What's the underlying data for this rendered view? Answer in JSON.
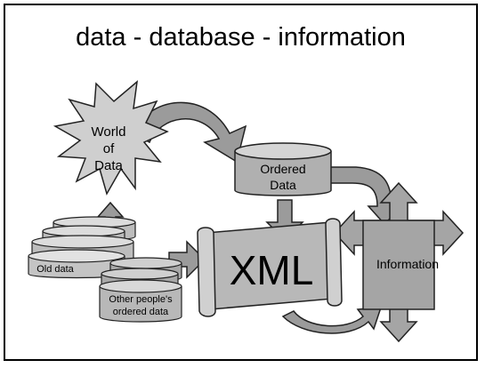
{
  "title": "data - database - information",
  "labels": {
    "world_line1": "World",
    "world_line2": "of",
    "world_line3": "Data",
    "ordered_line1": "Ordered",
    "ordered_line2": "Data",
    "xml": "XML",
    "information": "Information",
    "old_data": "Old data",
    "other_line1": "Other people's",
    "other_line2": "ordered data"
  },
  "colors": {
    "fill_light": "#cfcfcf",
    "fill_mid": "#9b9b9b",
    "fill_dark": "#6f6f6f",
    "stroke": "#222222"
  }
}
